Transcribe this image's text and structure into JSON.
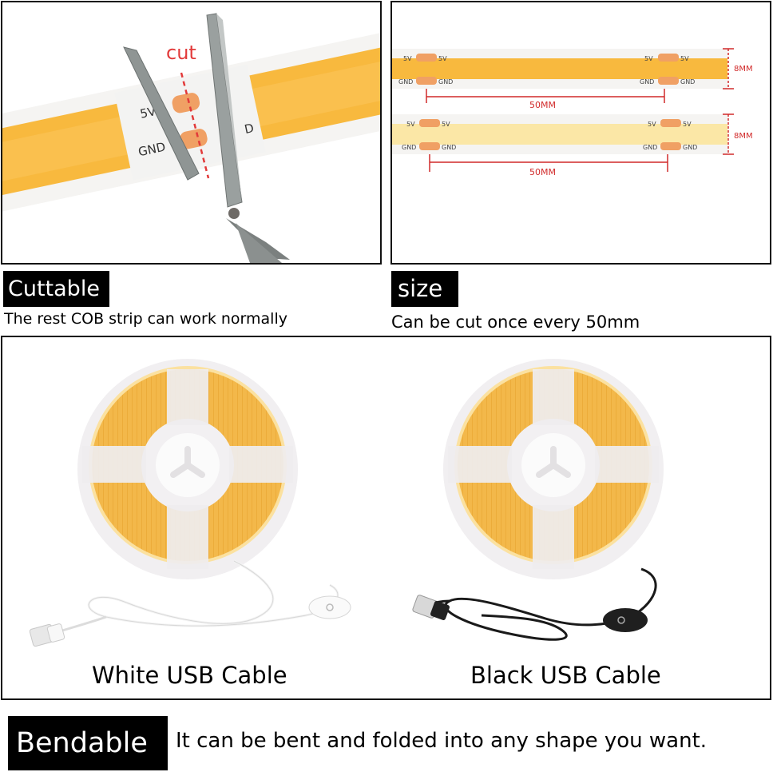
{
  "cut_panel": {
    "cut_text": "cut",
    "pad_top": "5V",
    "pad_bottom": "GND",
    "pad_bottom_partial": "D"
  },
  "size_panel": {
    "strip1": {
      "pad_top": "5V",
      "pad_bottom": "GND",
      "width_dim": "8MM",
      "pitch_dim": "50MM"
    },
    "strip2": {
      "pad_top": "5V",
      "pad_bottom": "GND",
      "width_dim": "8MM",
      "pitch_dim": "50MM"
    }
  },
  "labels": {
    "cuttable_title": "Cuttable",
    "cuttable_caption": "The rest COB strip can work normally",
    "size_title": "size",
    "size_caption": "Can be cut once every 50mm",
    "white_cable": "White USB Cable",
    "black_cable": "Black USB Cable",
    "bendable_title": "Bendable",
    "bendable_caption": "It can be bent and folded into any shape you want."
  },
  "colors": {
    "strip_yellow": "#f8b93e",
    "strip_warm_white": "#fbe7a6",
    "pad_orange": "#f0a064",
    "dimension_red": "#d12a2a",
    "cut_red": "#e23a3a"
  }
}
